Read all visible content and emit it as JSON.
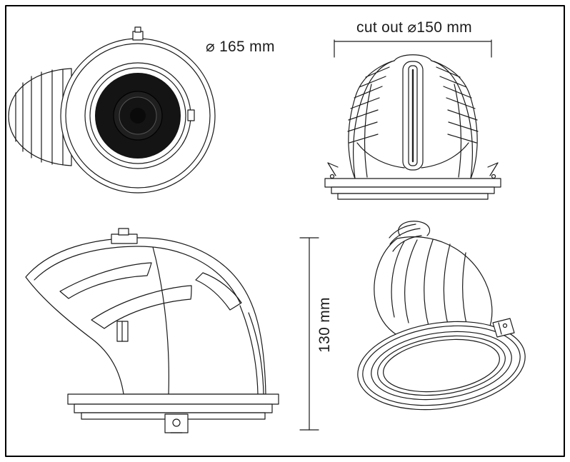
{
  "drawing": {
    "background": "#ffffff",
    "line_color": "#1a1a1a",
    "views": {
      "front": {
        "dimension_label": "⌀ 165 mm"
      },
      "recessed_front": {
        "dimension_label": "cut out ⌀150 mm"
      },
      "side": {
        "dimension_label": "130 mm"
      }
    }
  }
}
